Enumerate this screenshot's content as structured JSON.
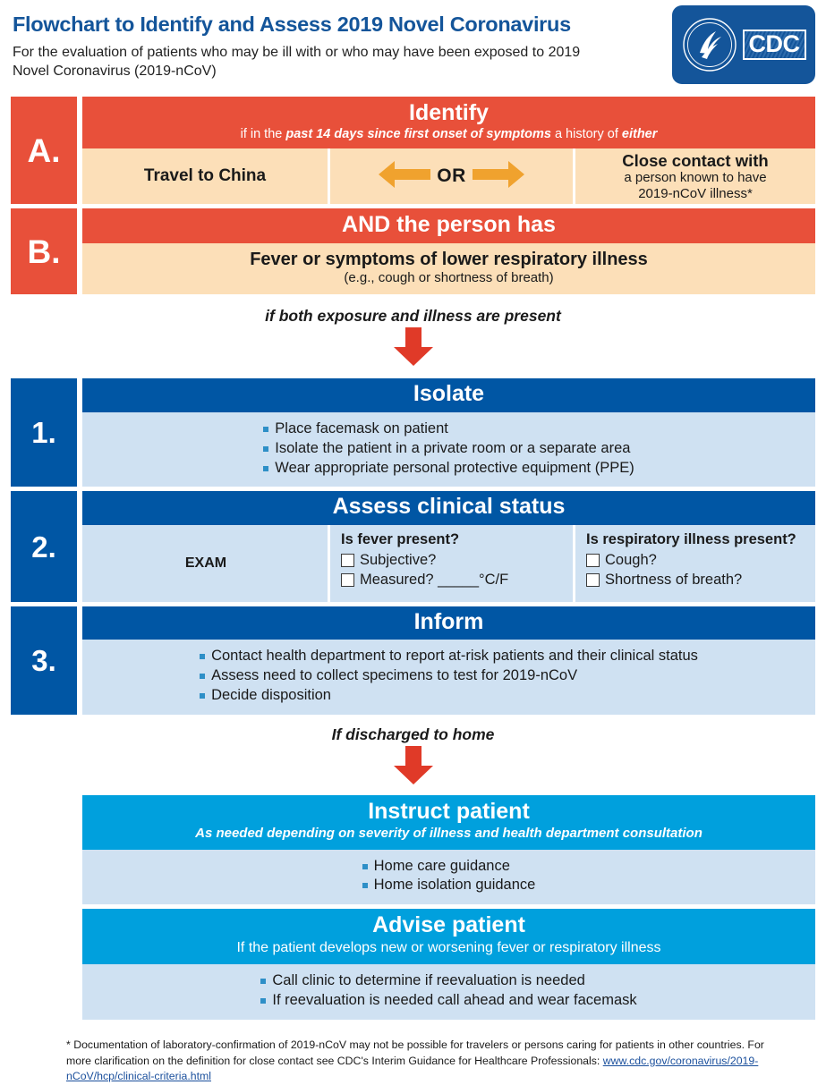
{
  "header": {
    "title": "Flowchart to Identify and Assess 2019 Novel Coronavirus",
    "subtitle": "For the evaluation of patients who may be ill with or who may have been exposed to 2019 Novel Coronavirus (2019-nCoV)",
    "logo_text": "CDC",
    "logo_seal_name": "HHS Department of Health & Human Services seal"
  },
  "colors": {
    "red": "#E8503A",
    "peach": "#FCDFB8",
    "dark_blue": "#0056A4",
    "light_blue": "#CFE1F2",
    "cyan": "#00A0DD",
    "orange": "#F0A22E",
    "title_blue": "#14559A",
    "bullet_blue": "#2E8FC7"
  },
  "section_a": {
    "letter": "A.",
    "banner_title": "Identify",
    "banner_sub_pre": "if in the ",
    "banner_sub_em1": "past 14 days since first onset of symptoms",
    "banner_sub_mid": " a history of ",
    "banner_sub_em2": "either",
    "cell_travel": "Travel to China",
    "cell_or": "OR",
    "cell_close_l1": "Close contact with",
    "cell_close_l2": "a person known to have",
    "cell_close_l3": "2019-nCoV illness*"
  },
  "section_b": {
    "letter": "B.",
    "banner_title": "AND the person has",
    "body_l1": "Fever or symptoms of lower respiratory illness",
    "body_l2": "(e.g., cough or shortness of breath)"
  },
  "connector_1": {
    "text": "if both exposure and illness are present"
  },
  "step_1": {
    "number": "1.",
    "title": "Isolate",
    "bullets": [
      "Place facemask on patient",
      "Isolate the patient in a private room or a separate area",
      "Wear appropriate personal protective equipment (PPE)"
    ]
  },
  "step_2": {
    "number": "2.",
    "title": "Assess clinical status",
    "exam_label": "EXAM",
    "fever_heading": "Is fever present?",
    "fever_options": [
      "Subjective?",
      "Measured? _____°C/F"
    ],
    "resp_heading": "Is respiratory illness present?",
    "resp_options": [
      "Cough?",
      "Shortness of breath?"
    ]
  },
  "step_3": {
    "number": "3.",
    "title": "Inform",
    "bullets": [
      "Contact health department to report at-risk patients and their clinical status",
      "Assess need to collect specimens to test for 2019-nCoV",
      "Decide disposition"
    ]
  },
  "connector_2": {
    "text": "If discharged to home"
  },
  "instruct": {
    "title": "Instruct patient",
    "subtitle": "As needed depending on severity of illness and health department consultation",
    "bullets": [
      "Home care guidance",
      "Home isolation guidance"
    ]
  },
  "advise": {
    "title": "Advise patient",
    "subtitle": "If the patient develops new or worsening fever or respiratory illness",
    "bullets": [
      "Call clinic to determine if reevaluation is needed",
      "If reevaluation is needed call ahead and wear facemask"
    ]
  },
  "footnote": {
    "text": "* Documentation of laboratory-confirmation of 2019-nCoV may not be possible for travelers or persons caring for patients in other countries. For more clarification on the definition for close contact see CDC's Interim Guidance for Healthcare Professionals: ",
    "link": "www.cdc.gov/coronavirus/2019-nCoV/hcp/clinical-criteria.html"
  }
}
